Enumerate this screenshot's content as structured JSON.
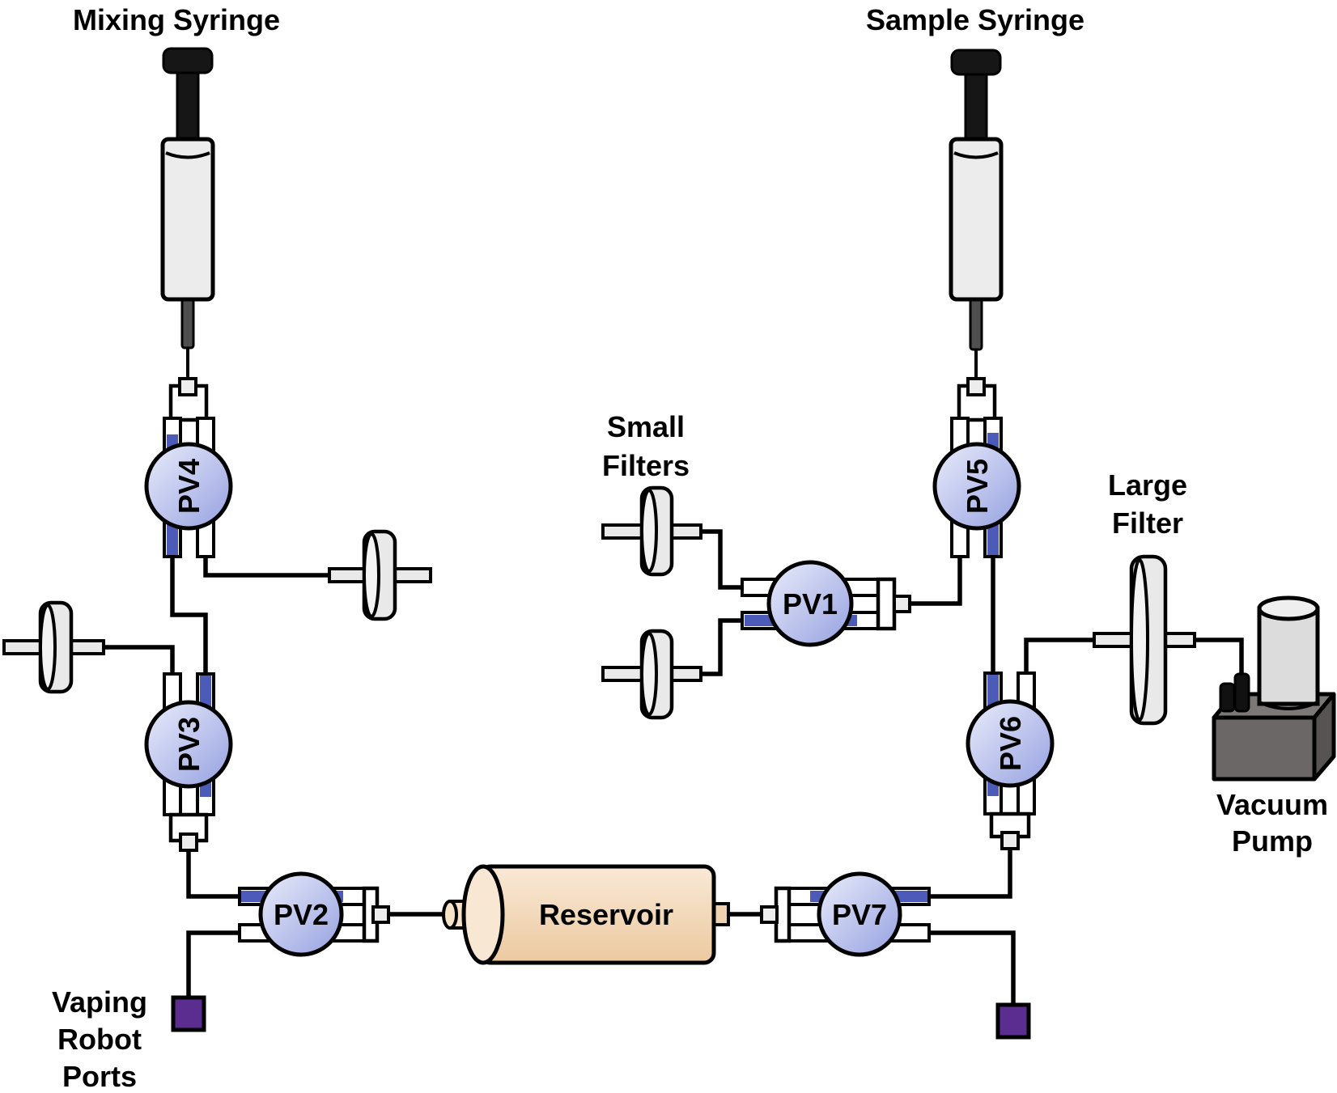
{
  "diagram": {
    "titles": {
      "mixing_syringe": "Mixing Syringe",
      "sample_syringe": "Sample Syringe"
    },
    "component_labels": {
      "small_filters": [
        "Small",
        "Filters"
      ],
      "large_filter": [
        "Large",
        "Filter"
      ],
      "vacuum_pump": [
        "Vacuum",
        "Pump"
      ],
      "vaping_robot_ports": [
        "Vaping",
        "Robot",
        "Ports"
      ],
      "reservoir": "Reservoir"
    },
    "valves": {
      "pv1": "PV1",
      "pv2": "PV2",
      "pv3": "PV3",
      "pv4": "PV4",
      "pv5": "PV5",
      "pv6": "PV6",
      "pv7": "PV7"
    },
    "colors": {
      "pinched_tube_blue": "#4c5ab8",
      "valve_gradient_light": "#e9ecfb",
      "valve_gradient_dark": "#96a1e0",
      "port_purple": "#5b2d91",
      "reservoir_gradient_light": "#f9e9d6",
      "reservoir_gradient_dark": "#ecc9a0",
      "reservoir_cap_face": "#f8e7d3",
      "reservoir_nub_left": "#f6e2c8",
      "reservoir_nub_right": "#eed3b0",
      "component_gray": "#e9e9e9",
      "disc_face": "#f3f3f3",
      "connector_gray": "#ededed",
      "syringe_barrel": "#ececec",
      "syringe_dark": "#161616",
      "pump_front": "#6b6767",
      "pump_top": "#7c7878",
      "pump_side": "#575353",
      "pump_cylinder": "#dcdcdc",
      "pump_cylinder_top": "#efefef",
      "outline_black": "#000000"
    }
  }
}
